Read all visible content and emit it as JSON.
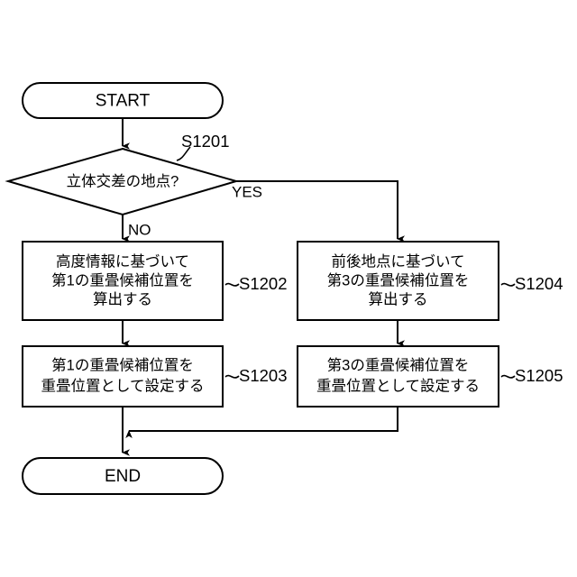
{
  "figure": {
    "type": "flowchart",
    "background_color": "#ffffff",
    "line_color": "#000000",
    "nodes": {
      "start": {
        "label": "START",
        "shape": "terminator"
      },
      "decision": {
        "label": "立体交差の地点?",
        "shape": "diamond",
        "step_id": "S1201"
      },
      "process_s1202": {
        "shape": "rectangle",
        "step_id": "S1202",
        "lines": [
          "高度情報に基づいて",
          "第1の重畳候補位置を",
          "算出する"
        ]
      },
      "process_s1203": {
        "shape": "rectangle",
        "step_id": "S1203",
        "lines": [
          "第1の重畳候補位置を",
          "重畳位置として設定する"
        ]
      },
      "process_s1204": {
        "shape": "rectangle",
        "step_id": "S1204",
        "lines": [
          "前後地点に基づいて",
          "第3の重畳候補位置を",
          "算出する"
        ]
      },
      "process_s1205": {
        "shape": "rectangle",
        "step_id": "S1205",
        "lines": [
          "第3の重畳候補位置を",
          "重畳位置として設定する"
        ]
      },
      "end": {
        "label": "END",
        "shape": "terminator"
      }
    },
    "branches": {
      "yes": "YES",
      "no": "NO"
    }
  }
}
